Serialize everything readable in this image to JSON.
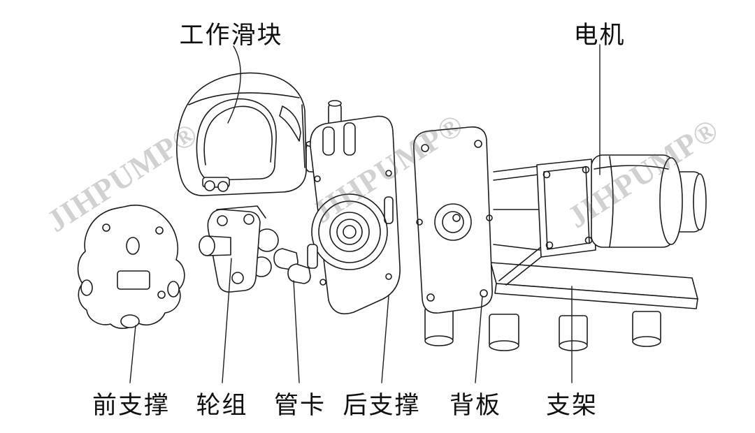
{
  "diagram": {
    "watermark": "JIHPUMP®",
    "labels": {
      "working_slider": "工作滑块",
      "motor": "电机",
      "front_support": "前支撑",
      "wheel_group": "轮组",
      "tube_clamp": "管卡",
      "rear_support": "后支撑",
      "back_plate": "背板",
      "bracket": "支架"
    }
  }
}
